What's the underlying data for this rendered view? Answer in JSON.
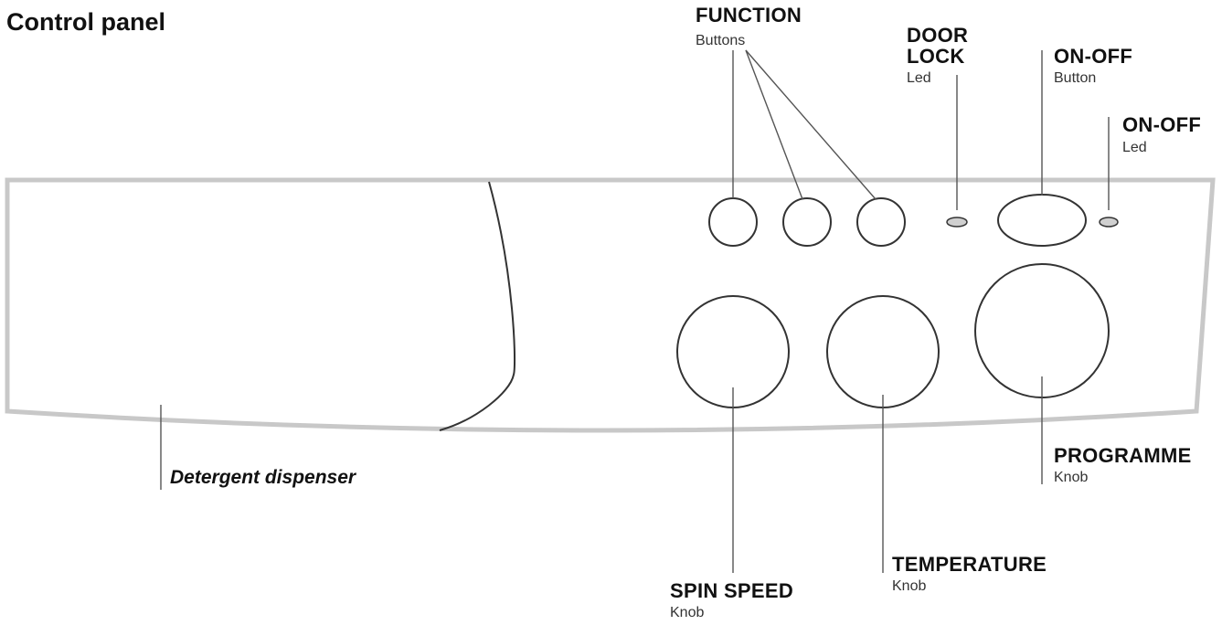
{
  "title": "Control panel",
  "labels": {
    "function": {
      "title": "FUNCTION",
      "sub": "Buttons"
    },
    "door_lock": {
      "title_line1": "DOOR",
      "title_line2": "LOCK",
      "sub": "Led"
    },
    "on_off_button": {
      "title": "ON-OFF",
      "sub": "Button"
    },
    "on_off_led": {
      "title": "ON-OFF",
      "sub": "Led"
    },
    "programme": {
      "title": "PROGRAMME",
      "sub": "Knob"
    },
    "temperature": {
      "title": "TEMPERATURE",
      "sub": "Knob"
    },
    "spin_speed": {
      "title": "SPIN SPEED",
      "sub": "Knob"
    },
    "detergent": {
      "title": "Detergent dispenser"
    }
  }
}
